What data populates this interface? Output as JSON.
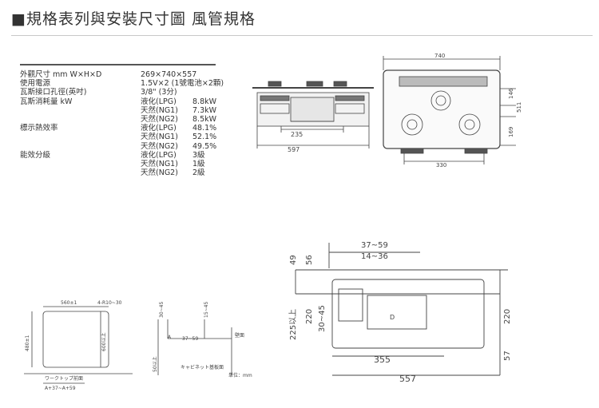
{
  "title": "■規格表列與安裝尺寸圖 風管規格",
  "specs": [
    {
      "label": "外觀尺寸 mm W×H×D",
      "value": "269×740×557",
      "num": ""
    },
    {
      "label": "使用電源",
      "value": "1.5V×2 (1號電池×2顆)",
      "num": ""
    },
    {
      "label": "瓦斯接口孔徑(英吋)",
      "value": "3/8\" (3分)",
      "num": ""
    },
    {
      "label": "瓦斯消耗量 kW",
      "value": "液化(LPG)",
      "num": "8.8kW"
    },
    {
      "label": "",
      "value": "天然(NG1)",
      "num": "7.3kW"
    },
    {
      "label": "",
      "value": "天然(NG2)",
      "num": "8.5kW"
    },
    {
      "label": "標示熱效率",
      "value": "液化(LPG)",
      "num": "48.1%"
    },
    {
      "label": "",
      "value": "天然(NG1)",
      "num": "52.1%"
    },
    {
      "label": "",
      "value": "天然(NG2)",
      "num": "49.5%"
    },
    {
      "label": "能效分級",
      "value": "液化(LPG)",
      "num": "3級"
    },
    {
      "label": "",
      "value": "天然(NG1)",
      "num": "1級"
    },
    {
      "label": "",
      "value": "天然(NG2)",
      "num": "2級"
    }
  ],
  "front_view": {
    "dim_235": "235",
    "dim_597": "597"
  },
  "top_view": {
    "dim_740": "740",
    "dim_146": "146",
    "dim_511": "511",
    "dim_169": "169",
    "dim_330": "330"
  },
  "cutout": {
    "dim_560": "560±1",
    "dim_r": "4-R10~30",
    "dim_480": "480±1",
    "dim_600": "600以上",
    "worktop": "ワークトップ前面",
    "dim_a": "A+37~A+59"
  },
  "section_small": {
    "d30": "30~45",
    "d15": "15~45",
    "a_dim": "37~59",
    "a_letter": "A",
    "cabinet": "キャビネット基板面",
    "d50": "50以上",
    "wall": "壁面",
    "unit": "単位：mm"
  },
  "section_large": {
    "dim_3759": "37~59",
    "dim_1436": "14~36",
    "dim_49": "49",
    "dim_56": "56",
    "dim_225": "225以上",
    "dim_220a": "220",
    "dim_3045": "30~45",
    "dim_355": "355",
    "dim_557": "557",
    "dim_220b": "220",
    "dim_57": "57",
    "letter_d": "D"
  }
}
